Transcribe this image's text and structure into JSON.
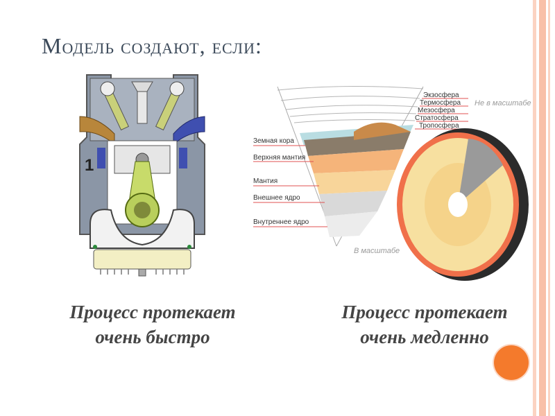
{
  "slide": {
    "title": "Модель создают, если:",
    "caption_left": [
      "Процесс протекает",
      "очень быстро"
    ],
    "caption_right": [
      "Процесс протекает",
      "очень медленно"
    ]
  },
  "engine": {
    "number": "1"
  },
  "earth_diagram": {
    "inner_layers": [
      "Земная кора",
      "Верхняя мантия",
      "Мантия",
      "Внешнее ядро",
      "Внутреннее ядро"
    ],
    "atmosphere_layers": [
      "Экзосфера",
      "Термосфера",
      "Мезосфера",
      "Стратосфера",
      "Тропосфера"
    ],
    "not_to_scale": "Не в масштабе",
    "to_scale": "В масштабе"
  },
  "colors": {
    "stripe": "#f6b59b",
    "accent_circle": "#f47a2c",
    "title": "#3c4a5a"
  }
}
